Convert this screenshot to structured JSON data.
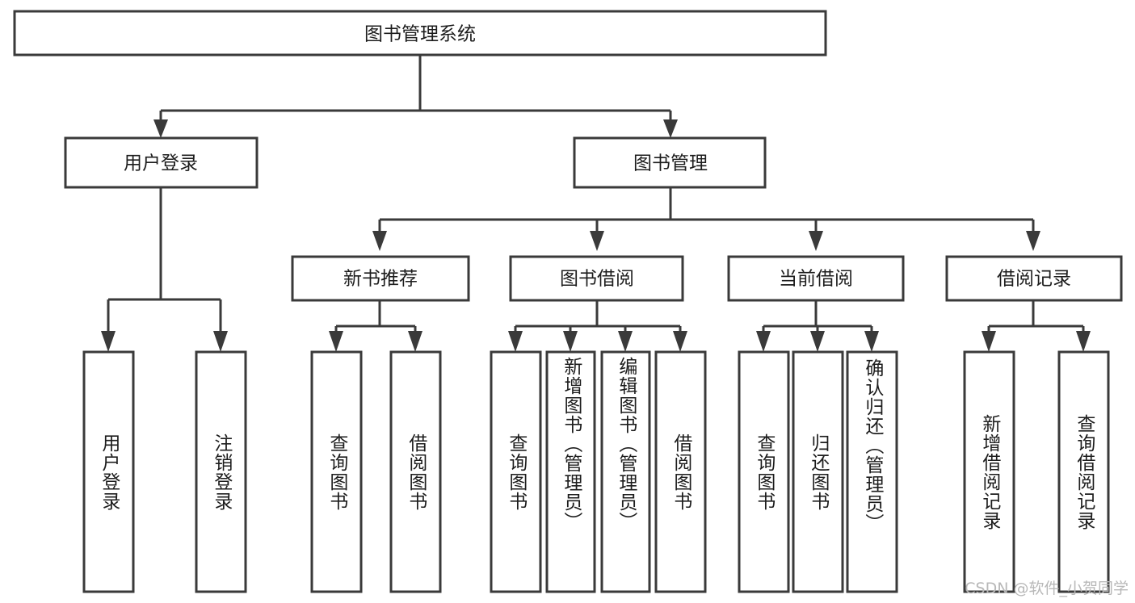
{
  "diagram": {
    "title": "图书管理系统",
    "type": "hierarchy-tree",
    "watermark": "CSDN @软件_小贺同学",
    "colors": {
      "stroke": "#3a3a3a",
      "fill": "#ffffff",
      "text": "#1d1d1d",
      "watermark": "#b8b8b8"
    },
    "root": {
      "label": "图书管理系统",
      "orientation": "horizontal"
    },
    "level2": [
      {
        "label": "用户登录",
        "orientation": "horizontal"
      },
      {
        "label": "图书管理",
        "orientation": "horizontal"
      }
    ],
    "level3": [
      {
        "label": "新书推荐",
        "orientation": "horizontal",
        "parent": "图书管理"
      },
      {
        "label": "图书借阅",
        "orientation": "horizontal",
        "parent": "图书管理"
      },
      {
        "label": "当前借阅",
        "orientation": "horizontal",
        "parent": "图书管理"
      },
      {
        "label": "借阅记录",
        "orientation": "horizontal",
        "parent": "图书管理"
      }
    ],
    "leaves": {
      "用户登录": [
        {
          "label": "用户登录",
          "orientation": "vertical"
        },
        {
          "label": "注销登录",
          "orientation": "vertical"
        }
      ],
      "新书推荐": [
        {
          "label": "查询图书",
          "orientation": "vertical"
        },
        {
          "label": "借阅图书",
          "orientation": "vertical"
        }
      ],
      "图书借阅": [
        {
          "label": "查询图书",
          "orientation": "vertical"
        },
        {
          "label": "新增图书（管理员）",
          "orientation": "vertical"
        },
        {
          "label": "编辑图书（管理员）",
          "orientation": "vertical"
        },
        {
          "label": "借阅图书",
          "orientation": "vertical"
        }
      ],
      "当前借阅": [
        {
          "label": "查询图书",
          "orientation": "vertical"
        },
        {
          "label": "归还图书",
          "orientation": "vertical"
        },
        {
          "label": "确认归还（管理员）",
          "orientation": "vertical"
        }
      ],
      "借阅记录": [
        {
          "label": "新增借阅记录",
          "orientation": "vertical"
        },
        {
          "label": "查询借阅记录",
          "orientation": "vertical"
        }
      ]
    }
  }
}
